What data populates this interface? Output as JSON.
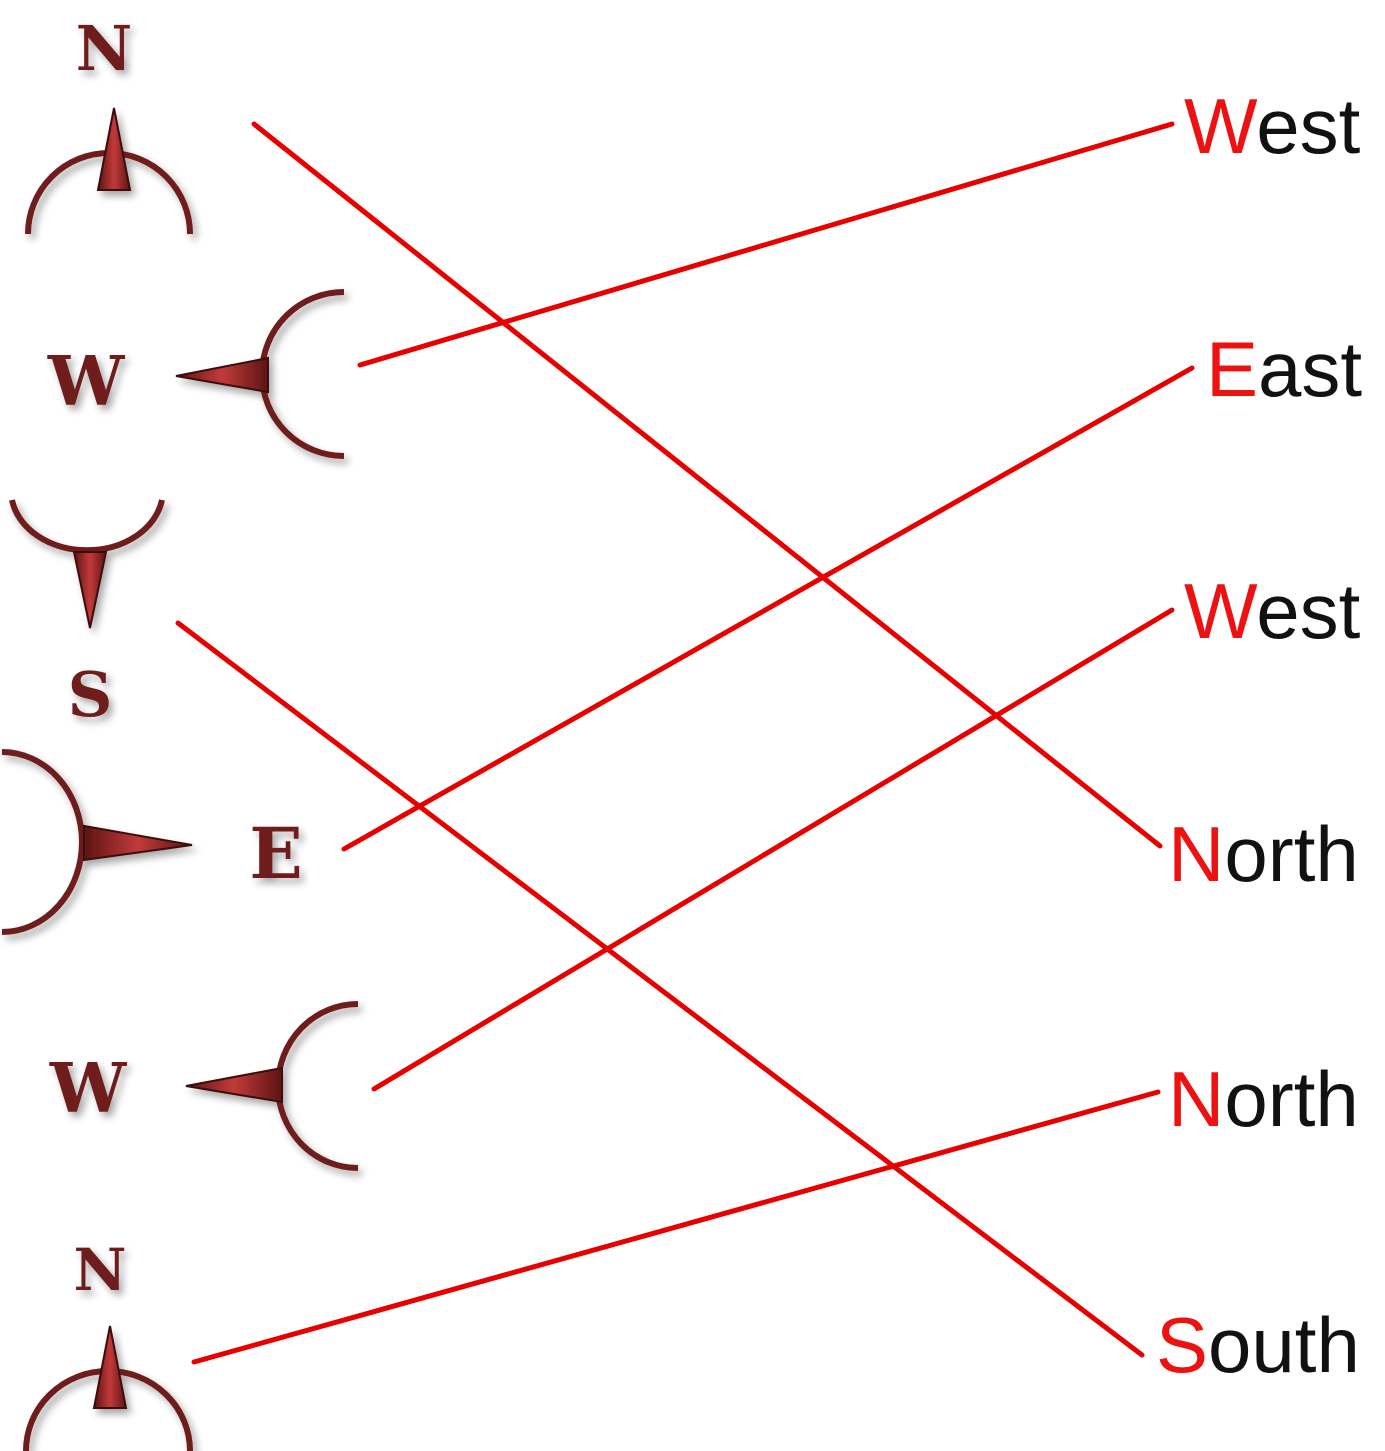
{
  "colors": {
    "line": "#e80000",
    "initial": "#ee1111",
    "word": "#111111",
    "compass_fill": "#8b1f1f",
    "compass_stroke": "#3a0b0b"
  },
  "icons": [
    {
      "id": "icon-1",
      "direction": "north",
      "letter": "N",
      "icon": "north-compass-icon"
    },
    {
      "id": "icon-2",
      "direction": "west",
      "letter": "W",
      "icon": "west-compass-icon"
    },
    {
      "id": "icon-3",
      "direction": "south",
      "letter": "S",
      "icon": "south-compass-icon"
    },
    {
      "id": "icon-4",
      "direction": "east",
      "letter": "E",
      "icon": "east-compass-icon"
    },
    {
      "id": "icon-5",
      "direction": "west",
      "letter": "W",
      "icon": "west-compass-icon"
    },
    {
      "id": "icon-6",
      "direction": "north",
      "letter": "N",
      "icon": "north-compass-icon"
    }
  ],
  "words": [
    {
      "initial": "W",
      "rest": "est"
    },
    {
      "initial": "E",
      "rest": "ast"
    },
    {
      "initial": "W",
      "rest": "est"
    },
    {
      "initial": "N",
      "rest": "orth"
    },
    {
      "initial": "N",
      "rest": "orth"
    },
    {
      "initial": "S",
      "rest": "outh"
    }
  ],
  "matches": [
    {
      "icon": 1,
      "word": 4
    },
    {
      "icon": 2,
      "word": 1
    },
    {
      "icon": 3,
      "word": 6
    },
    {
      "icon": 4,
      "word": 2
    },
    {
      "icon": 5,
      "word": 3
    },
    {
      "icon": 6,
      "word": 5
    }
  ]
}
